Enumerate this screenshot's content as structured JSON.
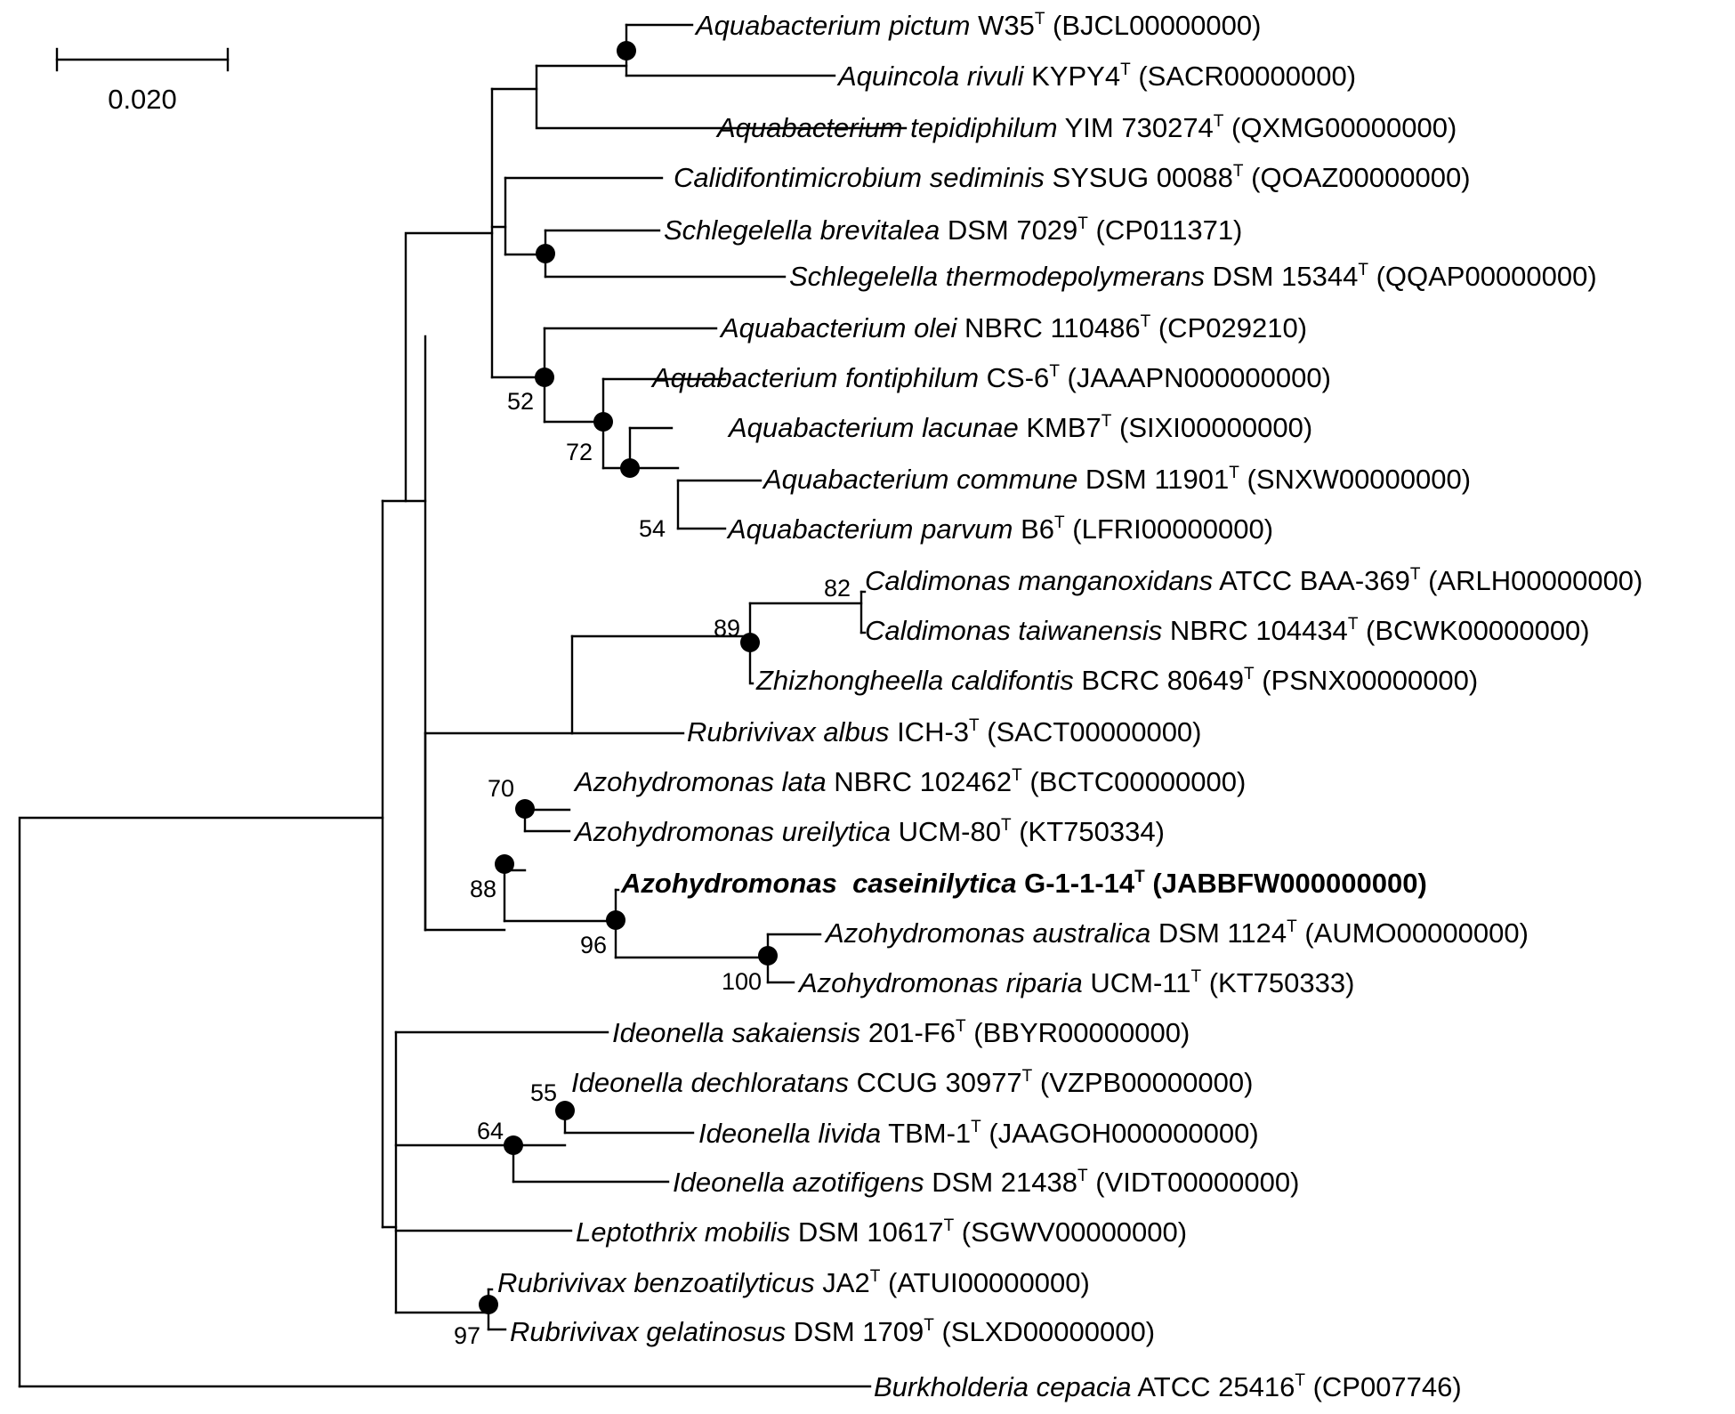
{
  "scale_bar": {
    "label": "0.020"
  },
  "taxa": [
    {
      "id": "t1",
      "genus": "Aquabacterium pictum",
      "strain": "W35",
      "sup": "T",
      "acc": "(BJCL00000000)"
    },
    {
      "id": "t2",
      "genus": "Aquincola rivuli",
      "strain": "KYPY4",
      "sup": "T",
      "acc": "(SACR00000000)"
    },
    {
      "id": "t3",
      "genus": "Aquabacterium tepidiphilum",
      "strain": "YIM 730274",
      "sup": "T",
      "acc": "(QXMG00000000)"
    },
    {
      "id": "t4",
      "genus": "Calidifontimicrobium sediminis",
      "strain": "SYSUG 00088",
      "sup": "T",
      "acc": "(QOAZ00000000)"
    },
    {
      "id": "t5",
      "genus": "Schlegelella brevitalea",
      "strain": "DSM 7029",
      "sup": "T",
      "acc": "(CP011371)"
    },
    {
      "id": "t6",
      "genus": "Schlegelella thermodepolymerans",
      "strain": "DSM 15344",
      "sup": "T",
      "acc": "(QQAP00000000)"
    },
    {
      "id": "t7",
      "genus": "Aquabacterium olei",
      "strain": "NBRC 110486",
      "sup": "T",
      "acc": "(CP029210)"
    },
    {
      "id": "t8",
      "genus": "Aquabacterium fontiphilum",
      "strain": "CS-6",
      "sup": "T",
      "acc": "(JAAAPN000000000)"
    },
    {
      "id": "t9",
      "genus": "Aquabacterium lacunae",
      "strain": "KMB7",
      "sup": "T",
      "acc": "(SIXI00000000)"
    },
    {
      "id": "t10",
      "genus": "Aquabacterium commune",
      "strain": "DSM 11901",
      "sup": "T",
      "acc": "(SNXW00000000)"
    },
    {
      "id": "t11",
      "genus": "Aquabacterium parvum",
      "strain": "B6",
      "sup": "T",
      "acc": "(LFRI00000000)"
    },
    {
      "id": "t12",
      "genus": "Caldimonas manganoxidans",
      "strain": "ATCC BAA-369",
      "sup": "T",
      "acc": "(ARLH00000000)"
    },
    {
      "id": "t13",
      "genus": "Caldimonas taiwanensis",
      "strain": "NBRC 104434",
      "sup": "T",
      "acc": "(BCWK00000000)"
    },
    {
      "id": "t14",
      "genus": "Zhizhongheella caldifontis",
      "strain": "BCRC 80649",
      "sup": "T",
      "acc": "(PSNX00000000)"
    },
    {
      "id": "t15",
      "genus": "Rubrivivax albus",
      "strain": "ICH-3",
      "sup": "T",
      "acc": "(SACT00000000)"
    },
    {
      "id": "t16",
      "genus": "Azohydromonas lata",
      "strain": "NBRC 102462",
      "sup": "T",
      "acc": "(BCTC00000000)"
    },
    {
      "id": "t17",
      "genus": "Azohydromonas ureilytica",
      "strain": "UCM-80",
      "sup": "T",
      "acc": "(KT750334)"
    },
    {
      "id": "t18",
      "genus": "Azohydromonas  caseinilytica",
      "strain": "G-1-1-14",
      "sup": "T",
      "acc": "(JABBFW000000000)",
      "bold": true
    },
    {
      "id": "t19",
      "genus": "Azohydromonas australica",
      "strain": "DSM 1124",
      "sup": "T",
      "acc": "(AUMO00000000)"
    },
    {
      "id": "t20",
      "genus": "Azohydromonas riparia",
      "strain": "UCM-11",
      "sup": "T",
      "acc": "(KT750333)"
    },
    {
      "id": "t21",
      "genus": "Ideonella sakaiensis",
      "strain": "201-F6",
      "sup": "T",
      "acc": "(BBYR00000000)"
    },
    {
      "id": "t22",
      "genus": "Ideonella dechloratans",
      "strain": "CCUG 30977",
      "sup": "T",
      "acc": "(VZPB00000000)"
    },
    {
      "id": "t23",
      "genus": "Ideonella livida",
      "strain": "TBM-1",
      "sup": "T",
      "acc": "(JAAGOH000000000)"
    },
    {
      "id": "t24",
      "genus": "Ideonella azotifigens",
      "strain": "DSM 21438",
      "sup": "T",
      "acc": "(VIDT00000000)"
    },
    {
      "id": "t25",
      "genus": "Leptothrix mobilis",
      "strain": "DSM 10617",
      "sup": "T",
      "acc": "(SGWV00000000)"
    },
    {
      "id": "t26",
      "genus": "Rubrivivax benzoatilyticus",
      "strain": "JA2",
      "sup": "T",
      "acc": "(ATUI00000000)"
    },
    {
      "id": "t27",
      "genus": "Rubrivivax gelatinosus",
      "strain": "DSM 1709",
      "sup": "T",
      "acc": "(SLXD00000000)"
    },
    {
      "id": "t28",
      "genus": "Burkholderia cepacia",
      "strain": "ATCC 25416",
      "sup": "T",
      "acc": "(CP007746)"
    }
  ],
  "bootstrap": {
    "b52": "52",
    "b72": "72",
    "b54": "54",
    "b82": "82",
    "b89": "89",
    "b70": "70",
    "b88": "88",
    "b96": "96",
    "b100": "100",
    "b55": "55",
    "b64": "64",
    "b97": "97"
  }
}
